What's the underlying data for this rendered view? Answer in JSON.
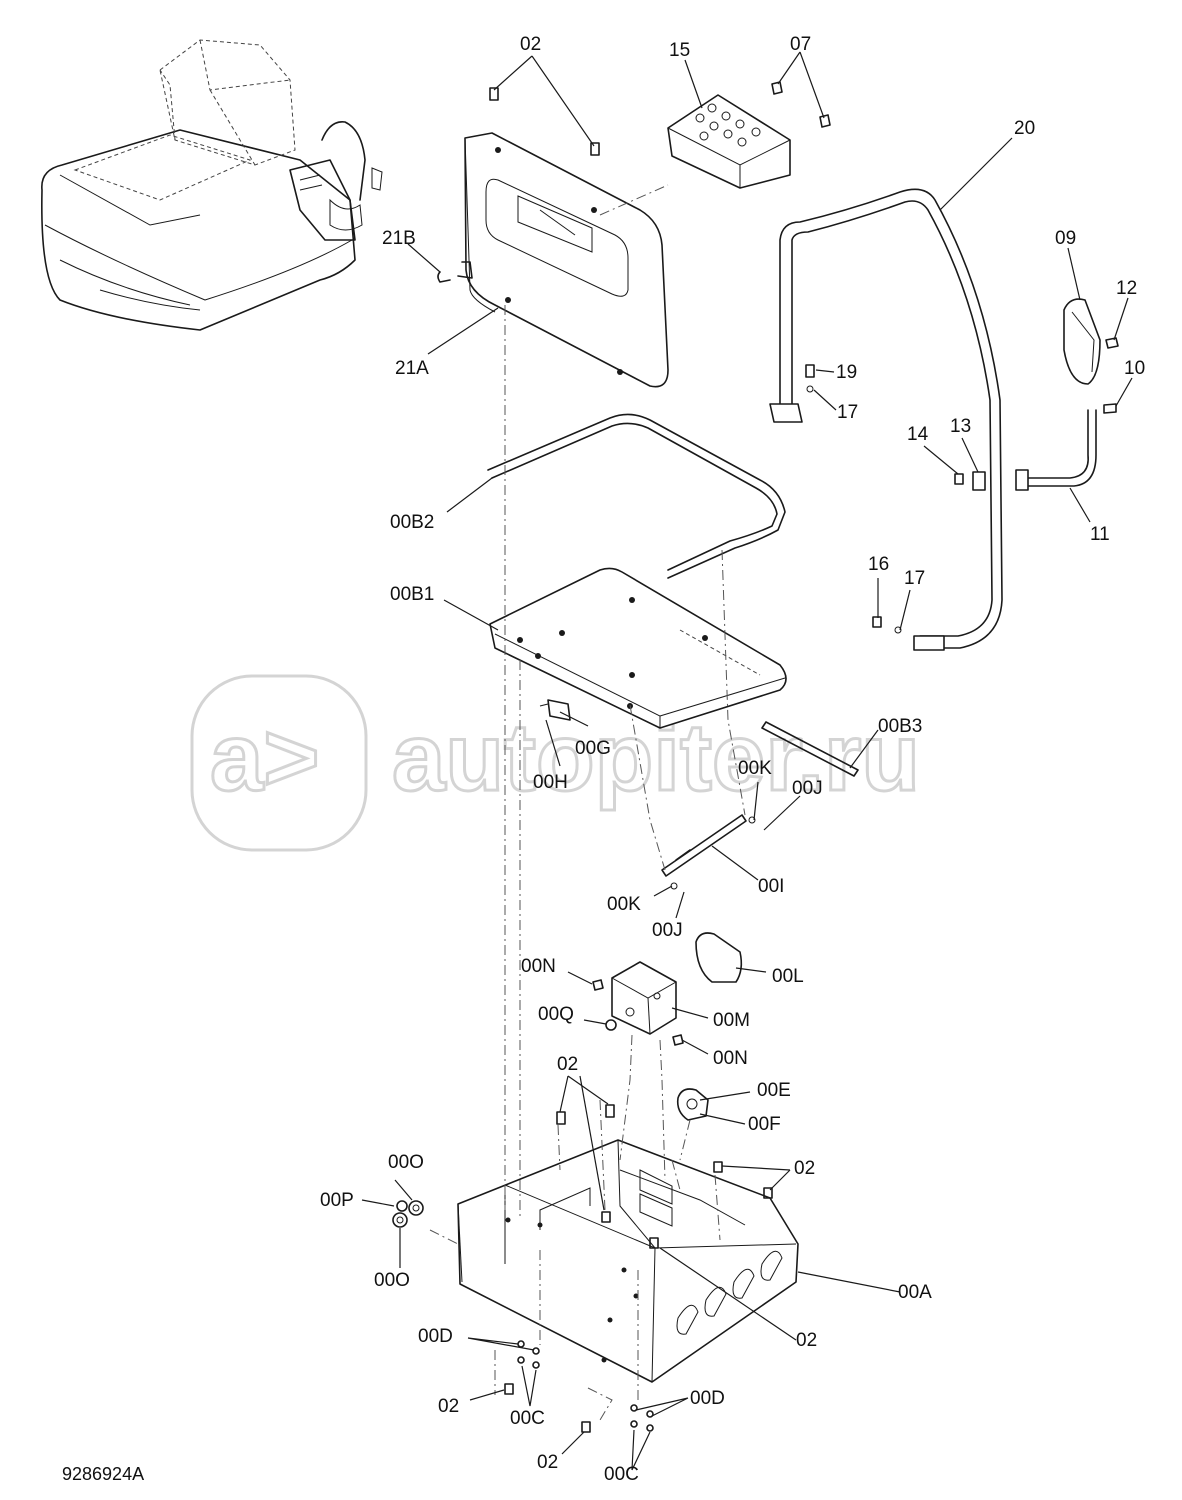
{
  "doc_id": "9286924A",
  "watermark": {
    "text": "autopiter.ru"
  },
  "callouts": {
    "c02_top": "02",
    "c15": "15",
    "c07": "07",
    "c20": "20",
    "c21B": "21B",
    "c21A": "21A",
    "c09": "09",
    "c12": "12",
    "c10": "10",
    "c19": "19",
    "c17_a": "17",
    "c14": "14",
    "c13": "13",
    "c11": "11",
    "c00B2": "00B2",
    "c00B1": "00B1",
    "c16": "16",
    "c17_b": "17",
    "c00G": "00G",
    "c00H": "00H",
    "c00B3": "00B3",
    "c00K_a": "00K",
    "c00J_a": "00J",
    "c00I": "00I",
    "c00K_b": "00K",
    "c00J_b": "00J",
    "c00N_a": "00N",
    "c00L": "00L",
    "c00Q": "00Q",
    "c00M": "00M",
    "c00N_b": "00N",
    "c02_mid": "02",
    "c00E": "00E",
    "c00F": "00F",
    "c02_right": "02",
    "c00O_a": "00O",
    "c00P": "00P",
    "c00O_b": "00O",
    "c00A": "00A",
    "c00D_a": "00D",
    "c02_center": "02",
    "c02_bl": "02",
    "c00C_a": "00C",
    "c00D_b": "00D",
    "c02_bot": "02",
    "c00C_b": "00C"
  }
}
